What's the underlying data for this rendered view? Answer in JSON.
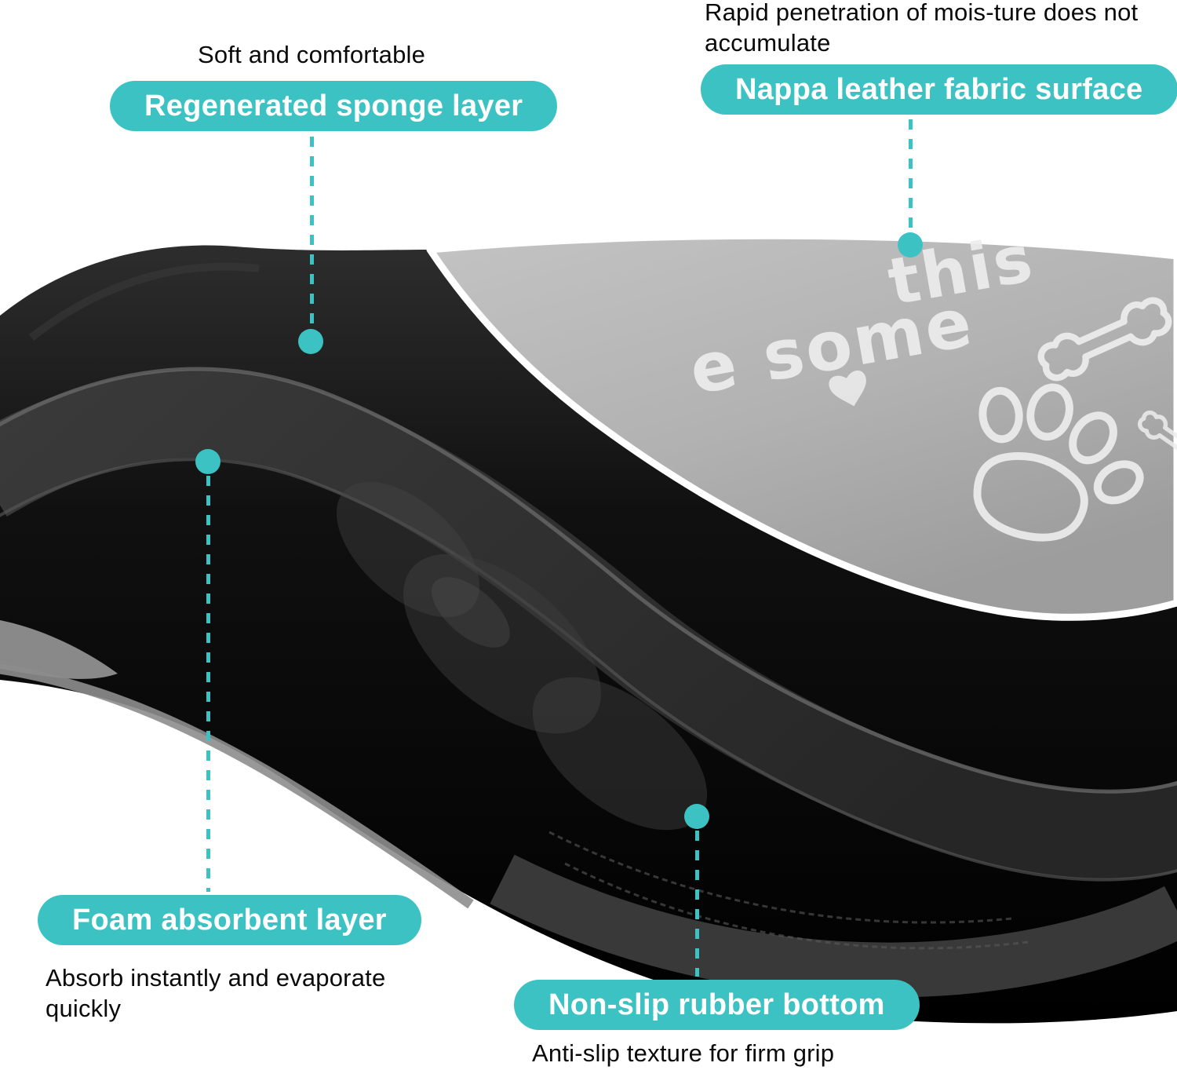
{
  "colors": {
    "teal": "#3cc2c2",
    "ink": "#0a0a0a",
    "mat_gray": "#b5b5b5",
    "mat_black": "#0d0d0d"
  },
  "callouts": {
    "sponge": {
      "note": "Soft and comfortable",
      "label": "Regenerated sponge layer"
    },
    "leather": {
      "note": "Rapid penetration of mois-ture does not accumulate",
      "label": "Nappa leather fabric surface"
    },
    "foam": {
      "label": "Foam absorbent layer",
      "note": "Absorb instantly and evaporate quickly"
    },
    "rubber": {
      "label": "Non-slip rubber bottom",
      "note": "Anti-slip texture for firm grip"
    }
  },
  "mat_print": {
    "word_top": "this",
    "word_bottom": "e some"
  },
  "icons": [
    "bone-icon",
    "paw-icon",
    "heart-icon"
  ]
}
